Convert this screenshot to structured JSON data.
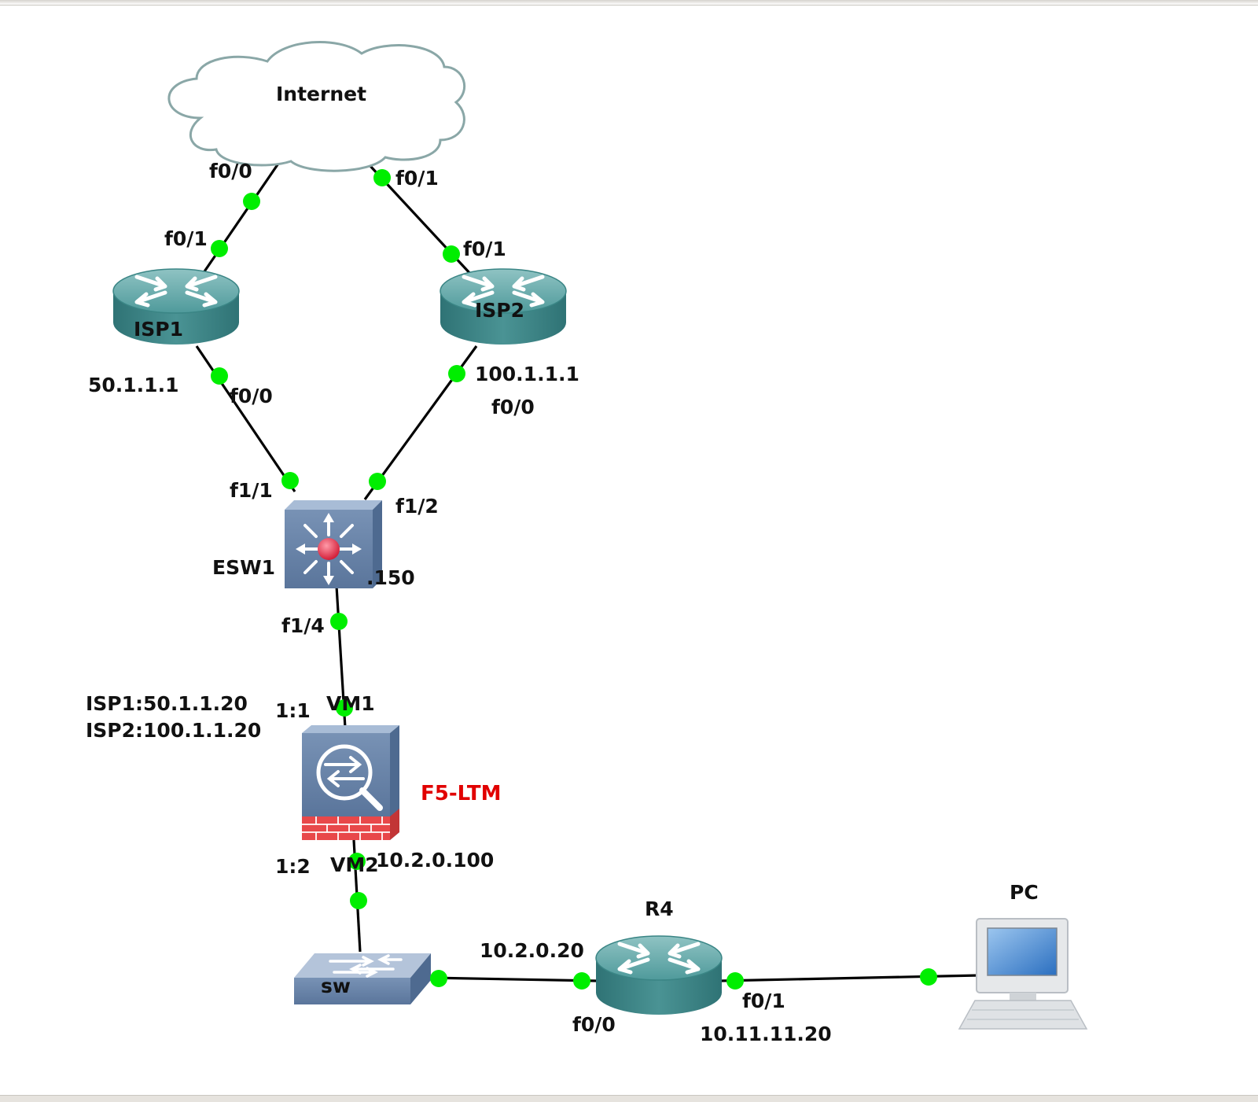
{
  "devices": {
    "cloud": "Internet",
    "isp1": "ISP1",
    "isp2": "ISP2",
    "esw1": "ESW1",
    "f5": "F5-LTM",
    "sw": "sw",
    "r4": "R4",
    "pc": "PC"
  },
  "labels": {
    "cloud_f00": "f0/0",
    "cloud_f01": "f0/1",
    "isp1_f01": "f0/1",
    "isp2_f01": "f0/1",
    "isp1_ip": "50.1.1.1",
    "isp1_f00": "f0/0",
    "isp2_ip": "100.1.1.1",
    "isp2_f00": "f0/0",
    "esw1_f11": "f1/1",
    "esw1_f12": "f1/2",
    "esw1_ip": ".150",
    "esw1_f14": "f1/4",
    "f5_vip_isp1": "ISP1:50.1.1.20",
    "f5_vip_isp2": "ISP2:100.1.1.20",
    "f5_p11": "1:1",
    "f5_vm1": "VM1",
    "f5_p12": "1:2",
    "f5_vm2": "VM2",
    "f5_ip": "10.2.0.100",
    "r4_ip_in": "10.2.0.20",
    "r4_f00": "f0/0",
    "r4_f01": "f0/1",
    "r4_ip_out": "10.11.11.20"
  },
  "icons": {
    "cloud": "cloud-icon",
    "router": "router-icon",
    "multilayer_switch": "multilayer-switch-icon",
    "load_balancer": "load-balancer-icon",
    "switch": "switch-icon",
    "pc": "pc-icon"
  },
  "colors": {
    "link": "#000000",
    "port_dot": "#00ee00",
    "router_body": "#3f8a8c",
    "switch_body": "#6d89ad",
    "f5_label": "#e10000",
    "firewall_brick": "#e8484a"
  }
}
